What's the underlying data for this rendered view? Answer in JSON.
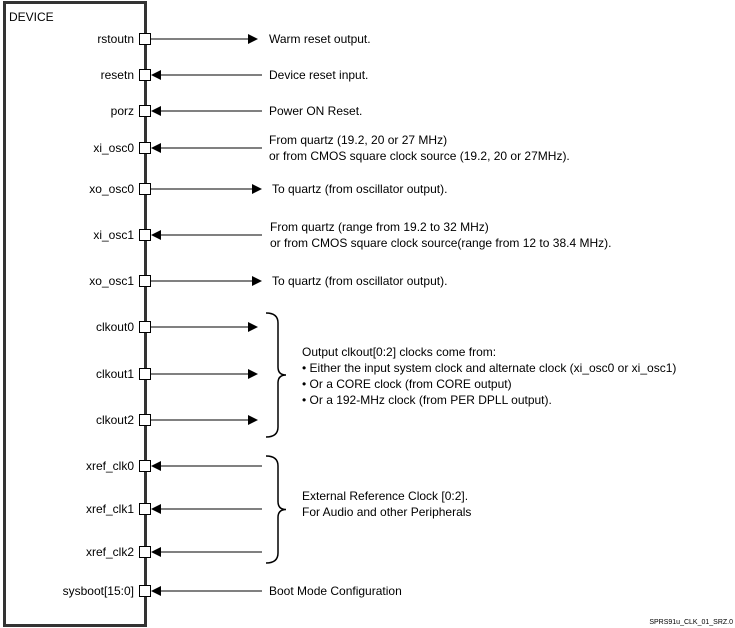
{
  "device_label": "DEVICE",
  "figure_id": "SPRS91u_CLK_01_SRZ.0",
  "pins": [
    {
      "name": "rstoutn",
      "dir": "out",
      "desc": [
        "Warm reset output."
      ]
    },
    {
      "name": "resetn",
      "dir": "in",
      "desc": [
        "Device reset input."
      ]
    },
    {
      "name": "porz",
      "dir": "in",
      "desc": [
        "Power ON Reset."
      ]
    },
    {
      "name": "xi_osc0",
      "dir": "in",
      "desc": [
        "From quartz (19.2, 20 or 27 MHz)",
        "or from CMOS square clock source (19.2, 20 or 27MHz)."
      ]
    },
    {
      "name": "xo_osc0",
      "dir": "out",
      "desc": [
        "To quartz (from oscillator output)."
      ]
    },
    {
      "name": "xi_osc1",
      "dir": "in",
      "desc": [
        "From quartz (range from 19.2 to 32 MHz)",
        "or from CMOS square clock source(range from 12 to 38.4 MHz)."
      ]
    },
    {
      "name": "xo_osc1",
      "dir": "out",
      "desc": [
        "To quartz (from oscillator output)."
      ]
    },
    {
      "name": "clkout0",
      "dir": "out",
      "desc": []
    },
    {
      "name": "clkout1",
      "dir": "out",
      "desc": []
    },
    {
      "name": "clkout2",
      "dir": "out",
      "desc": []
    },
    {
      "name": "xref_clk0",
      "dir": "in",
      "desc": []
    },
    {
      "name": "xref_clk1",
      "dir": "in",
      "desc": []
    },
    {
      "name": "xref_clk2",
      "dir": "in",
      "desc": []
    },
    {
      "name": "sysboot[15:0]",
      "dir": "in",
      "desc": [
        "Boot Mode Configuration"
      ]
    }
  ],
  "groups": [
    {
      "name": "clkout-group",
      "lines": [
        "Output clkout[0:2] clocks come from:",
        "• Either the input system clock and alternate clock (xi_osc0 or xi_osc1)",
        "• Or a CORE clock (from CORE output)",
        "• Or a 192-MHz clock (from PER DPLL output)."
      ]
    },
    {
      "name": "xref-group",
      "lines": [
        "External Reference Clock [0:2].",
        "For Audio and other Peripherals"
      ]
    }
  ]
}
